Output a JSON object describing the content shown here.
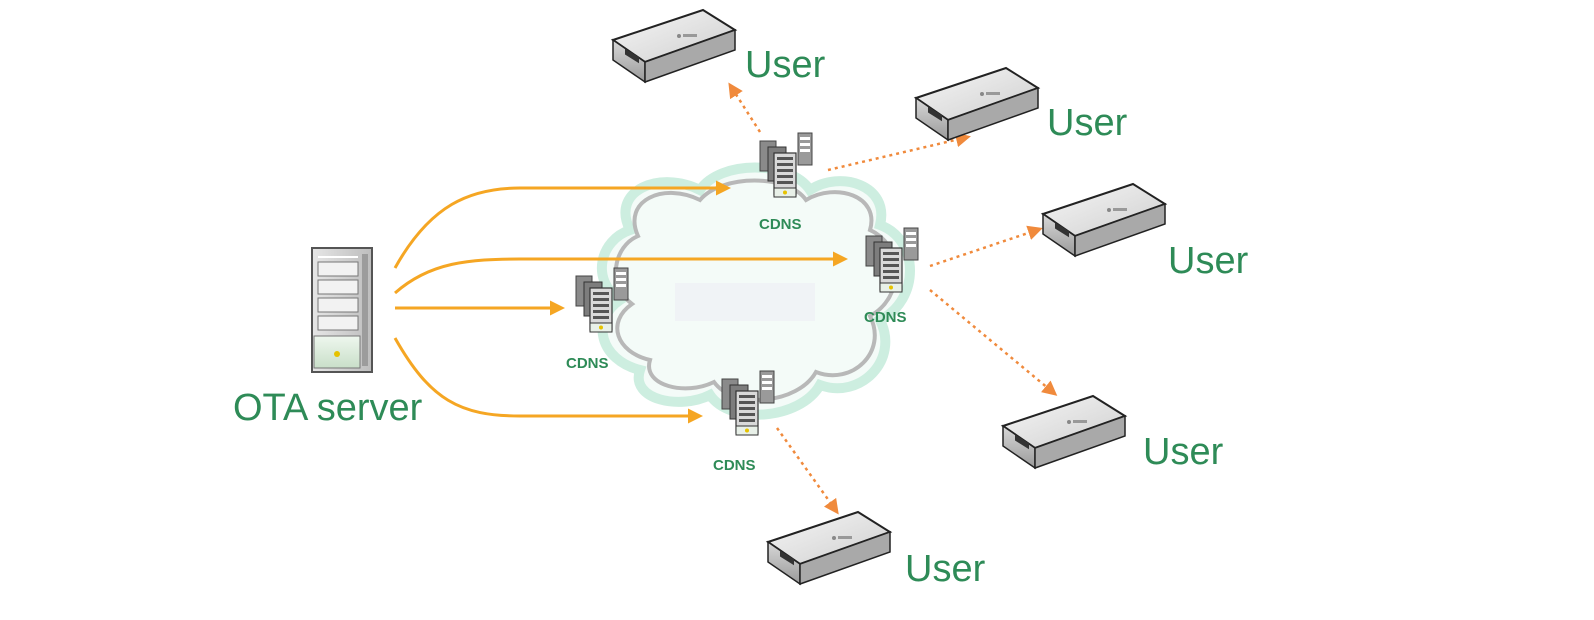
{
  "diagram": {
    "server_label": "OTA server",
    "cdns_label": "CDNS",
    "user_label": "User",
    "colors": {
      "label_green": "#2e8b57",
      "origin_arrow": "#f5a623",
      "delivery_arrow": "#f08a3c",
      "cloud_outline": "#bfe8d8",
      "cloud_inner": "#b8b8b8"
    }
  }
}
